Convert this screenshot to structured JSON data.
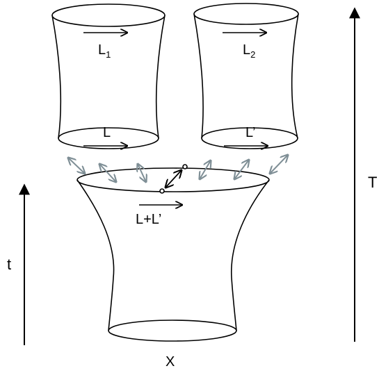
{
  "labels": {
    "L1_main": "L",
    "L1_sub": "1",
    "L2_main": "L",
    "L2_sub": "2",
    "L": "L",
    "L_prime": "L’",
    "L_sum": "L+L’",
    "t": "t",
    "T": "T",
    "X": "X"
  },
  "colors": {
    "stroke": "#000000",
    "connector": "#7f8f96",
    "background": "#ffffff"
  },
  "icons": {
    "arrow_head": "arrowhead",
    "double_arrow": "double-arrow"
  }
}
